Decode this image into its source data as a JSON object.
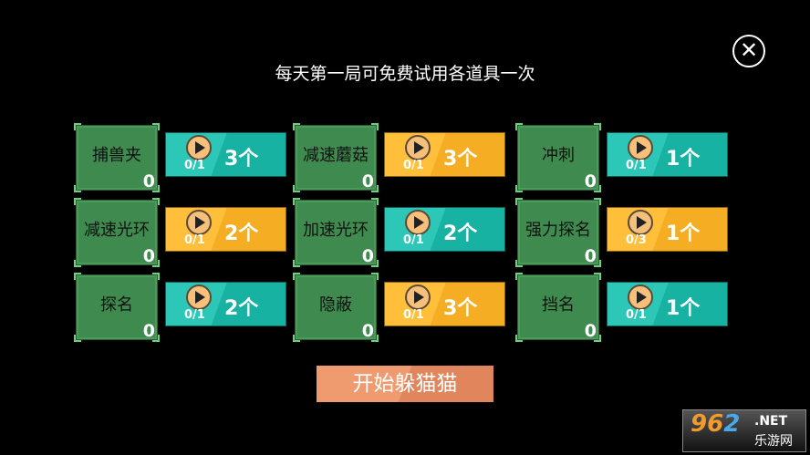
{
  "title": "每天第一局可免费试用各道具一次",
  "close_icon": "close-icon",
  "items": [
    {
      "name": "捕兽夹",
      "count": "0",
      "uses": "0/1",
      "qty": "3个",
      "color": "teal"
    },
    {
      "name": "减速蘑菇",
      "count": "0",
      "uses": "0/1",
      "qty": "3个",
      "color": "yellow"
    },
    {
      "name": "冲刺",
      "count": "0",
      "uses": "0/1",
      "qty": "1个",
      "color": "teal"
    },
    {
      "name": "减速光环",
      "count": "0",
      "uses": "0/1",
      "qty": "2个",
      "color": "yellow"
    },
    {
      "name": "加速光环",
      "count": "0",
      "uses": "0/1",
      "qty": "2个",
      "color": "teal"
    },
    {
      "name": "强力探名",
      "count": "0",
      "uses": "0/3",
      "qty": "1个",
      "color": "yellow"
    },
    {
      "name": "探名",
      "count": "0",
      "uses": "0/1",
      "qty": "2个",
      "color": "teal"
    },
    {
      "name": "隐蔽",
      "count": "0",
      "uses": "0/1",
      "qty": "3个",
      "color": "yellow"
    },
    {
      "name": "挡名",
      "count": "0",
      "uses": "0/1",
      "qty": "1个",
      "color": "teal"
    }
  ],
  "start_label": "开始躲猫猫",
  "watermark": {
    "num_a": "96",
    "num_b": "2",
    "domain": ".NET",
    "cn": "乐游网"
  }
}
